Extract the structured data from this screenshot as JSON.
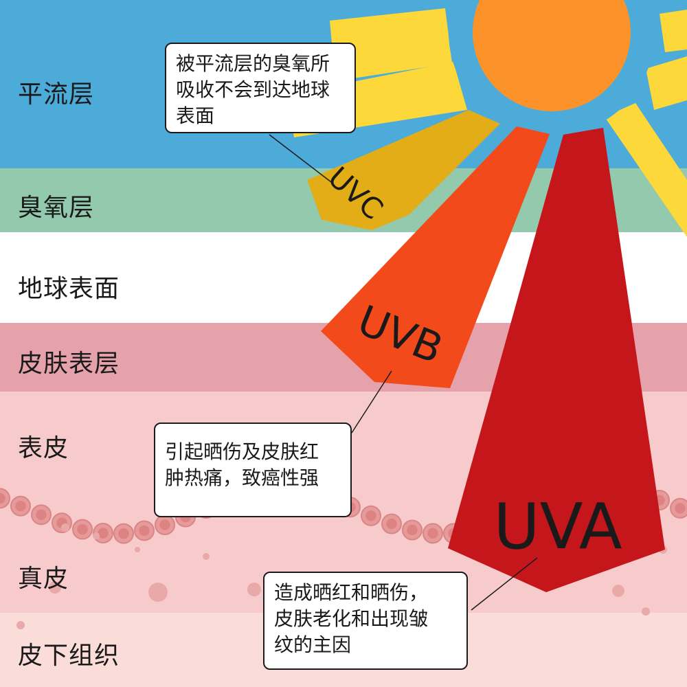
{
  "layers": [
    {
      "name": "平流层",
      "color": "#4dabd9"
    },
    {
      "name": "臭氧层",
      "color": "#93c9ad"
    },
    {
      "name": "地球表面",
      "color": "#ffffff"
    },
    {
      "name": "皮肤表层",
      "color": "#e6a2aa"
    },
    {
      "name": "表皮",
      "color": "#f7cbcb"
    },
    {
      "name": "真皮",
      "color": "#f7cbcb"
    },
    {
      "name": "皮下组织",
      "color": "#fadcd9"
    }
  ],
  "rays": [
    {
      "name": "UVC",
      "color": "#e3ad17"
    },
    {
      "name": "UVB",
      "color": "#f24a1a"
    },
    {
      "name": "UVA",
      "color": "#c5161c"
    }
  ],
  "sun": {
    "color": "#fc932a",
    "ray_color": "#fcd83a"
  },
  "notes": {
    "uvc": "被平流层的臭氧所\n吸收不会到达地球\n表面",
    "uvb": "引起晒伤及皮肤红\n肿热痛，致癌性强",
    "uva": "造成晒红和晒伤，\n皮肤老化和出现皱\n纹的主因"
  }
}
